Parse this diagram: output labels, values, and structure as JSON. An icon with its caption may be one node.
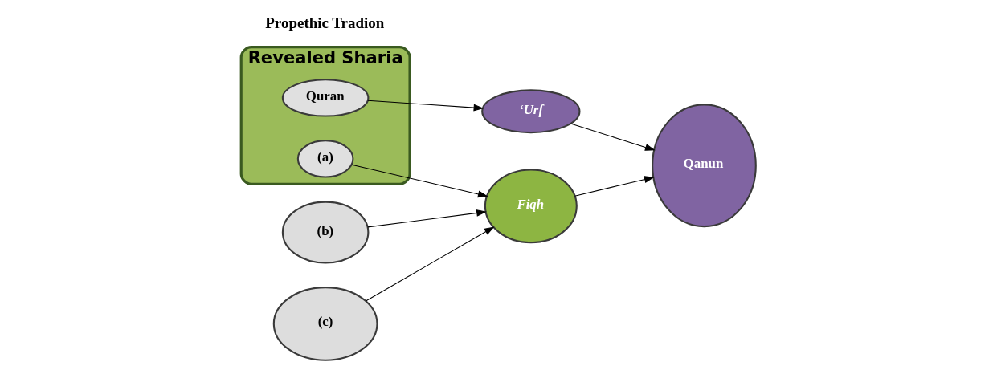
{
  "diagram": {
    "nodes": [
      {
        "text": [
          "Revealed Sharia"
        ]
      },
      {
        "text": [
          "Quran"
        ],
        "in": 0
      },
      {
        "text": [
          "(a)"
        ],
        "in": 0
      },
      {
        "text": [
          "(b)"
        ]
      },
      {
        "text": [
          "(c)"
        ]
      },
      {
        "text": [
          "‘Urf"
        ]
      },
      {
        "text": [
          "Fiqh"
        ]
      },
      {
        "text": [
          "Qanun"
        ]
      }
    ],
    "edges": [
      {
        "from": 1,
        "to": 5,
        "arrow": "to"
      },
      {
        "from": 2,
        "to": 6,
        "arrow": "to"
      },
      {
        "from": 3,
        "to": 6,
        "arrow": "to"
      },
      {
        "from": 4,
        "to": 6,
        "arrow": "to"
      },
      {
        "from": 5,
        "to": 7,
        "arrow": "to"
      },
      {
        "from": 6,
        "to": 7,
        "arrow": "to"
      }
    ],
    "labels": [
      "Propethic Tradion"
    ]
  }
}
